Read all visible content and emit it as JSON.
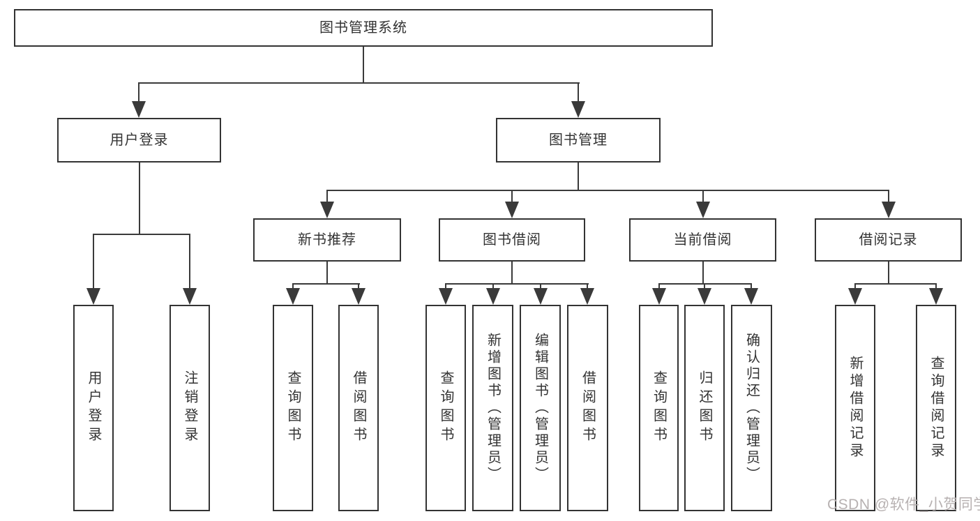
{
  "diagram": {
    "root": "图书管理系统",
    "level2": [
      "用户登录",
      "图书管理"
    ],
    "level3": [
      "新书推荐",
      "图书借阅",
      "当前借阅",
      "借阅记录"
    ],
    "leaves": [
      "用户登录",
      "注销登录",
      "查询图书",
      "借阅图书",
      "查询图书",
      "新增图书（管理员）",
      "编辑图书（管理员）",
      "借阅图书",
      "查询图书",
      "归还图书",
      "确认归还（管理员）",
      "新增借阅记录",
      "查询借阅记录"
    ],
    "watermark": "CSDN @软件_小贺同学",
    "colors": {
      "line": "#3a3a3a",
      "box_border": "#333333",
      "text": "#333333",
      "watermark": "#b7b1b1",
      "background": "#ffffff"
    }
  }
}
